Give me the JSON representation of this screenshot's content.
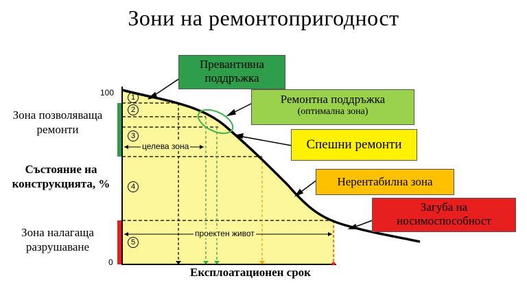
{
  "title": "Зони на ремонтопригодност",
  "side_labels": {
    "repair_allowed": [
      "Зона позволяваща",
      "ремонти"
    ],
    "state": [
      "Състояние на",
      "конструкцията, %"
    ],
    "destruction_required": [
      "Зона налагаща",
      "разрушаване"
    ]
  },
  "y_ticks": {
    "top": "100",
    "bottom": "0"
  },
  "x_axis_label": "Експлоатационен срок",
  "zone_numbers": [
    "1",
    "2",
    "3",
    "4",
    "5"
  ],
  "inline_labels": {
    "target_zone": "целева зона",
    "design_life": "проектен живот"
  },
  "callouts": {
    "preventive": [
      "Превантивна",
      "поддръжка"
    ],
    "repair": [
      "Ремонтна поддръжка",
      "(оптимална зона)"
    ],
    "urgent": "Спешни ремонти",
    "unprofitable": "Нерентабилна зона",
    "loss": [
      "Загуба на",
      "носимоспособност"
    ]
  },
  "colors": {
    "chart_fill": "#fbf79a",
    "preventive": "#2f9e4a",
    "repair": "#9ad14a",
    "urgent": "#fff200",
    "unprofitable": "#ffc000",
    "loss": "#e81f1f",
    "repair_bar": "#2f9e4a",
    "destruction_bar": "#e81f1f"
  }
}
